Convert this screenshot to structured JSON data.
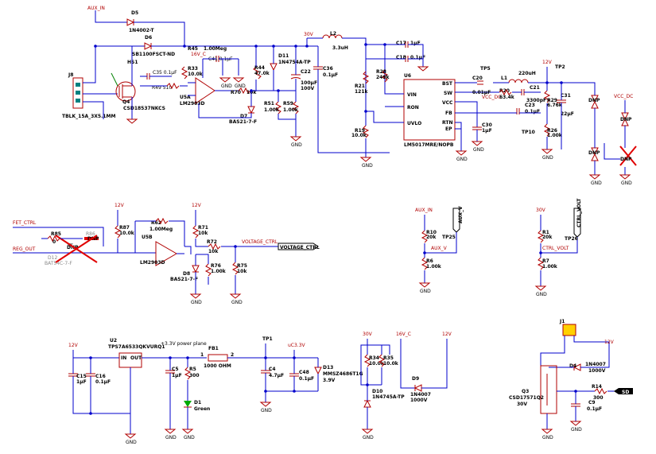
{
  "nets": {
    "aux_in_top": "AUX_IN",
    "v30_top": "30V",
    "vcc_dc_1": "VCC_DC",
    "vcc_dc_2": "VCC_DC",
    "v12_top": "12V",
    "v16c_1": "16V_C",
    "v16c_2": "16V_C",
    "fet_ctrl": "FET_CTRL",
    "reg_out": "REG_OUT",
    "v12_mid1": "12V",
    "v12_mid2": "12V",
    "voltage_ctrl": "VOLTAGE_CTRL",
    "voltage_ctrl_flag": "VOLTAGE_CTRL",
    "aux_in_mid": "AUX_IN",
    "aux_v": "AUX_V",
    "aux_v_flag": "AUX_V",
    "v30_mid": "30V",
    "ctrl_volt": "CTRL_VOLT",
    "ctrl_volt_flag": "CTRL_VOLT",
    "v12_bot1": "12V",
    "v3v3_power_plane": "+3.3V power plane",
    "uc3v3": "uC3.3V",
    "v30_bot": "30V",
    "v16c_bot": "16V_C",
    "v12_bot2": "12V",
    "v12_bot3": "12V",
    "sd": "SD"
  },
  "parts": {
    "D5": [
      "D5",
      "1N4002-T"
    ],
    "D6": [
      "D6",
      "SB1100FSCT-ND"
    ],
    "HS1": [
      "HS1"
    ],
    "Q4": [
      "Q4",
      "CSD18537NKCS"
    ],
    "J8": [
      "J8",
      "TBLK_15A_3X5.1MM"
    ],
    "C35": [
      "C35 0.1µF"
    ],
    "R49": [
      "R49 510"
    ],
    "R45": [
      "R45",
      "1.00Meg"
    ],
    "C41": [
      "C41 0.1µF"
    ],
    "R33": [
      "R33",
      "10.0k"
    ],
    "U5A": [
      "U5A",
      "LM2903D"
    ],
    "R70": [
      "R70",
      "10k"
    ],
    "R44": [
      "R44",
      "47.0k"
    ],
    "D7": [
      "D7",
      "BAS21-7-F"
    ],
    "D11": [
      "D11",
      "1N4754A-TP"
    ],
    "R51": [
      "R51",
      "1.00k"
    ],
    "R59": [
      "R59",
      "1.00k"
    ],
    "C22": [
      "C22",
      "100µF",
      "100V"
    ],
    "C36": [
      "C36",
      "0.1µF"
    ],
    "L2": [
      "L2",
      "3.3uH"
    ],
    "C17": [
      "C17",
      "1µF"
    ],
    "C18": [
      "C18",
      "0.1µF"
    ],
    "R21": [
      "R21",
      "121k"
    ],
    "R28": [
      "R28",
      "249k"
    ],
    "R19": [
      "R19",
      "10.0k"
    ],
    "U6": [
      "U6",
      "LM5017MRE/NOPB"
    ],
    "U6pins": [
      "VIN",
      "RON",
      "UVLO",
      "BST",
      "SW",
      "VCC",
      "FB",
      "RTN",
      "EP"
    ],
    "C20": [
      "C20",
      "0.01µF"
    ],
    "TP5": [
      "TP5"
    ],
    "L1": [
      "L1",
      "220uH"
    ],
    "R20": [
      "R20",
      "63.4k"
    ],
    "C21": [
      "C21",
      "3300pF"
    ],
    "C23": [
      "C23",
      "0.1µF"
    ],
    "C30": [
      "C30",
      "1µF"
    ],
    "TP10": [
      "TP10"
    ],
    "R29": [
      "R29",
      "6.76k"
    ],
    "C31": [
      "C31",
      "22µF"
    ],
    "R26": [
      "R26",
      "1.00k"
    ],
    "TP2": [
      "TP2"
    ],
    "DNP": [
      "DNP"
    ],
    "R85": [
      "R85",
      "0"
    ],
    "R86": [
      "R86"
    ],
    "D12": [
      "D12",
      "BAT54C-7-F"
    ],
    "R87": [
      "R87",
      "10.0k"
    ],
    "R62": [
      "R62",
      "1.00Meg"
    ],
    "U5B": [
      "U5B",
      "LM2903D"
    ],
    "R71": [
      "R71",
      "10k"
    ],
    "R72": [
      "R72",
      "10k"
    ],
    "R76": [
      "R76",
      "1.00k"
    ],
    "D8": [
      "D8",
      "BAS21-7-F"
    ],
    "R75": [
      "R75",
      "10k"
    ],
    "R10": [
      "R10",
      "20k"
    ],
    "R6": [
      "R6",
      "1.00k"
    ],
    "TP25": [
      "TP25"
    ],
    "R1": [
      "R1",
      "20k"
    ],
    "R7": [
      "R7",
      "1.00k"
    ],
    "TP26": [
      "TP26"
    ],
    "U2": [
      "U2",
      "TPS7A6533QKVURQ1"
    ],
    "C15": [
      "C15",
      "1µF"
    ],
    "C16": [
      "C16",
      "0.1µF"
    ],
    "C5": [
      "C5",
      "1µF"
    ],
    "R5": [
      "R5",
      "300"
    ],
    "D1": [
      "D1",
      "Green"
    ],
    "FB1": [
      "FB1",
      "1000 OHM"
    ],
    "TP1": [
      "TP1"
    ],
    "C4": [
      "C4",
      "4.7µF"
    ],
    "C48": [
      "C48",
      "0.1µF"
    ],
    "D13": [
      "D13",
      "MMSZ4686T1G",
      "3.9V"
    ],
    "R34": [
      "R34",
      "10.0k"
    ],
    "R35": [
      "R35",
      "10.0k"
    ],
    "D10": [
      "D10",
      "1N4745A-TP"
    ],
    "D9": [
      "D9",
      "1N4007",
      "1000V"
    ],
    "J1": [
      "J1"
    ],
    "D4": [
      "D4",
      "1N4007",
      "1000V"
    ],
    "Q3": [
      "Q3",
      "CSD17571Q2",
      "30V"
    ],
    "R14": [
      "R14",
      "300"
    ],
    "C9": [
      "C9",
      "0.1µF"
    ],
    "U2pins": [
      "IN",
      "OUT"
    ],
    "FB1pins": [
      "1",
      "2"
    ]
  },
  "gnd_label": "GND",
  "colors": {
    "wire": "#0000cc",
    "component": "#b00000",
    "net_flag": "#008000",
    "dnp_cross": "#e00000"
  }
}
